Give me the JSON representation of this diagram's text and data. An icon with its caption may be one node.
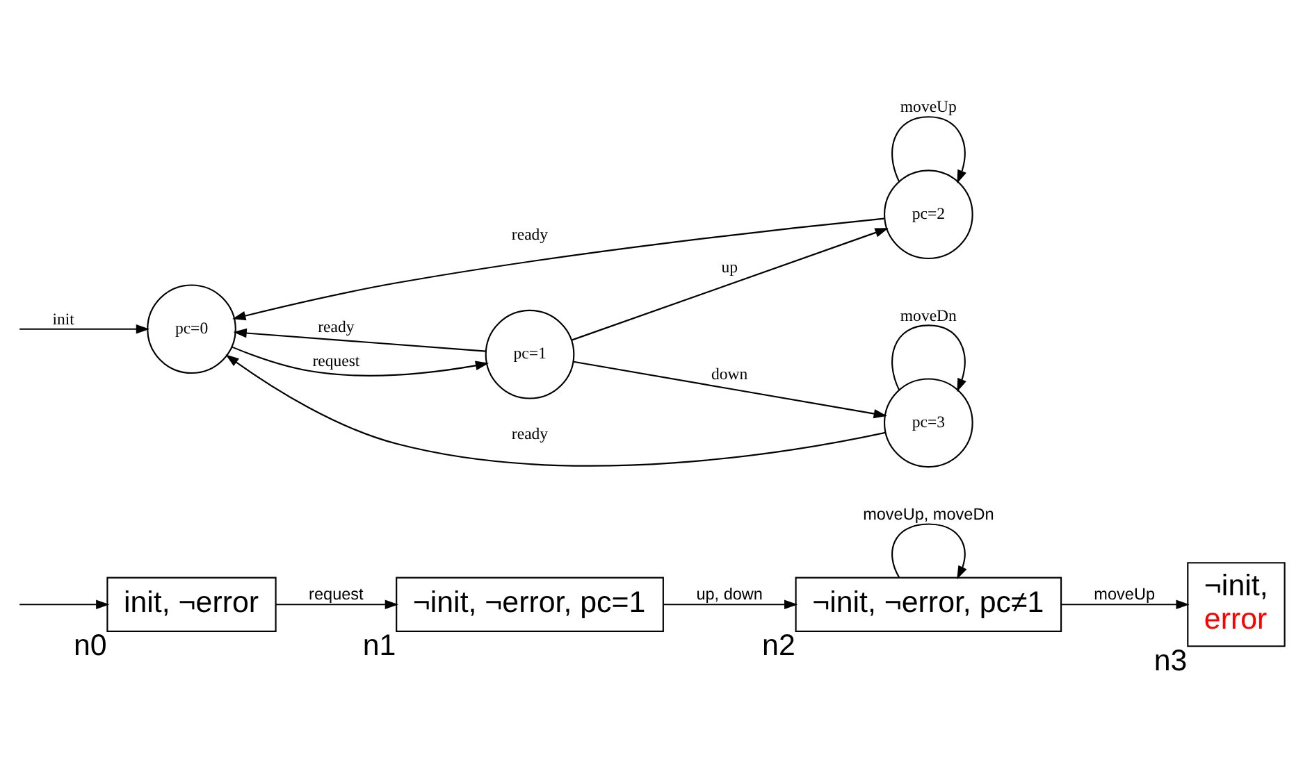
{
  "diagram": {
    "nodes": [
      {
        "text": [
          "init, ¬error"
        ],
        "beside": [
          "n0"
        ]
      },
      {
        "text": [
          "¬init, ¬error, pc=1"
        ],
        "beside": [
          "n1"
        ]
      },
      {
        "text": [
          "¬init, ¬error, pc≠1"
        ],
        "beside": [
          "n2"
        ]
      },
      {
        "text": [
          "¬init,",
          "error"
        ],
        "beside": [
          "n3"
        ]
      },
      {
        "text": [
          "pc=0"
        ]
      },
      {
        "text": [
          "pc=2"
        ]
      },
      {
        "text": [
          "pc=1"
        ]
      },
      {
        "text": [
          "pc=3"
        ]
      }
    ],
    "edges": [
      {
        "from": null,
        "to": 0,
        "arrow": "to"
      },
      {
        "from": 0,
        "to": 1,
        "label": "request",
        "arrow": "to"
      },
      {
        "from": 1,
        "to": 2,
        "label": "up, down",
        "arrow": "to"
      },
      {
        "from": 2,
        "to": 2,
        "label": "moveUp, moveDn",
        "arrow": "to"
      },
      {
        "from": 2,
        "to": 3,
        "label": "moveUp",
        "arrow": "to"
      },
      {
        "from": null,
        "to": 4,
        "label": "init",
        "arrow": "to"
      },
      {
        "from": 5,
        "to": 4,
        "label": "ready",
        "arrow": "to"
      },
      {
        "from": 7,
        "to": 4,
        "label": "ready",
        "arrow": "to"
      },
      {
        "from": 4,
        "to": 6,
        "label": "request",
        "arrow": "to"
      },
      {
        "from": 6,
        "to": 4,
        "label": "ready",
        "arrow": "to"
      },
      {
        "from": 6,
        "to": 5,
        "label": "up",
        "arrow": "to"
      },
      {
        "from": 6,
        "to": 7,
        "label": "down",
        "arrow": "to"
      },
      {
        "from": 5,
        "to": 5,
        "label": "moveUp",
        "arrow": "to"
      },
      {
        "from": 7,
        "to": 7,
        "label": "moveDn",
        "arrow": "to"
      }
    ]
  }
}
